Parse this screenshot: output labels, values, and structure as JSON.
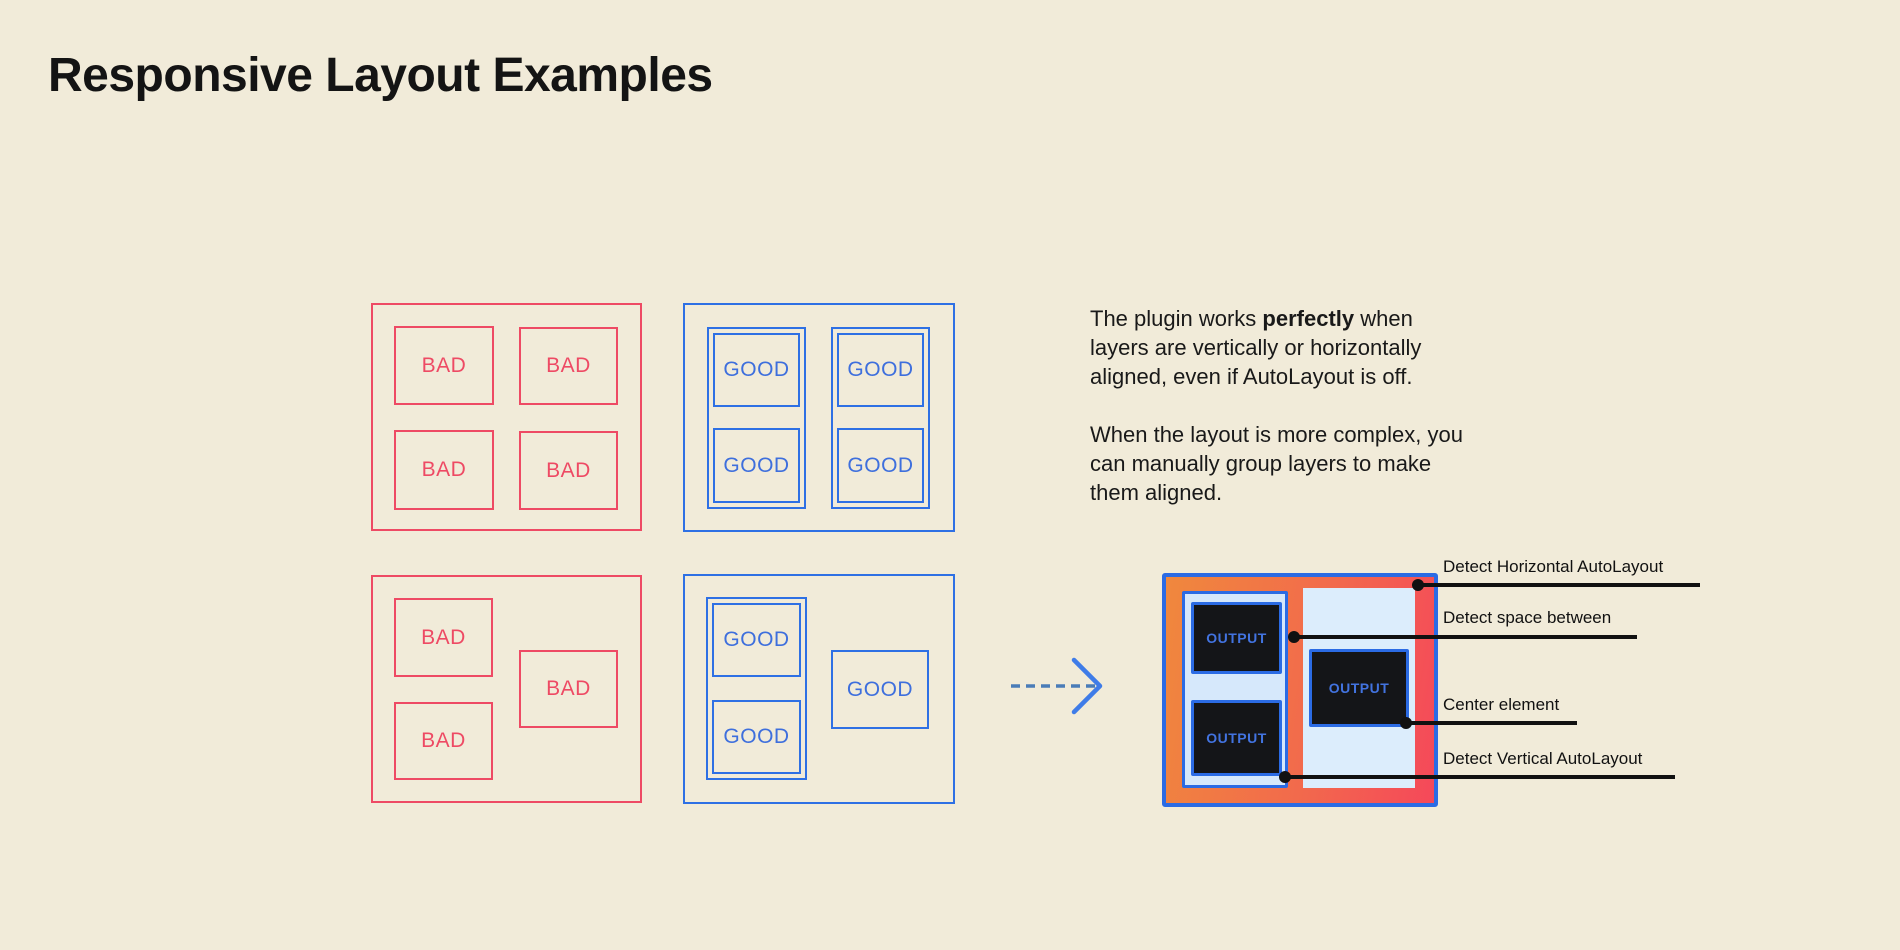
{
  "title": "Responsive Layout Examples",
  "colors": {
    "background": "#f1ebd9",
    "bad_red": "#ee4a64",
    "good_blue_border": "#2e70e4",
    "good_blue_text": "#3e6fdd",
    "output_frame_border": "#2b6be4",
    "output_gradient_start": "#f0883d",
    "output_gradient_end": "#f5485a",
    "output_light_panel": "#d6e8fb",
    "output_dark_box": "#141518",
    "output_text_blue": "#4273e0",
    "annotation_black": "#111111",
    "arrow_blue": "#3f7ce8"
  },
  "panels": {
    "bad_grid": {
      "boxes": [
        "BAD",
        "BAD",
        "BAD",
        "BAD"
      ]
    },
    "good_grid": {
      "groups": [
        {
          "boxes": [
            "GOOD",
            "GOOD"
          ]
        },
        {
          "boxes": [
            "GOOD",
            "GOOD"
          ]
        }
      ]
    },
    "bad_free": {
      "boxes": [
        "BAD",
        "BAD",
        "BAD"
      ]
    },
    "good_free": {
      "group": {
        "boxes": [
          "GOOD",
          "GOOD"
        ]
      },
      "single": "GOOD"
    }
  },
  "description": {
    "line1_before": "The plugin works ",
    "line1_bold": "perfectly",
    "line1_after": " when",
    "line2": "layers are vertically or horizontally",
    "line3": "aligned, even if AutoLayout is off.",
    "line4": "When the layout is more complex, you",
    "line5": "can manually group layers to make",
    "line6": "them aligned.",
    "arrow_icon": "flow-arrow"
  },
  "output_demo": {
    "left_column_boxes": [
      "OUTPUT",
      "OUTPUT"
    ],
    "center_box": "OUTPUT"
  },
  "annotations": [
    {
      "label": "Detect Horizontal AutoLayout"
    },
    {
      "label": "Detect space between"
    },
    {
      "label": "Center element"
    },
    {
      "label": "Detect Vertical AutoLayout"
    }
  ]
}
